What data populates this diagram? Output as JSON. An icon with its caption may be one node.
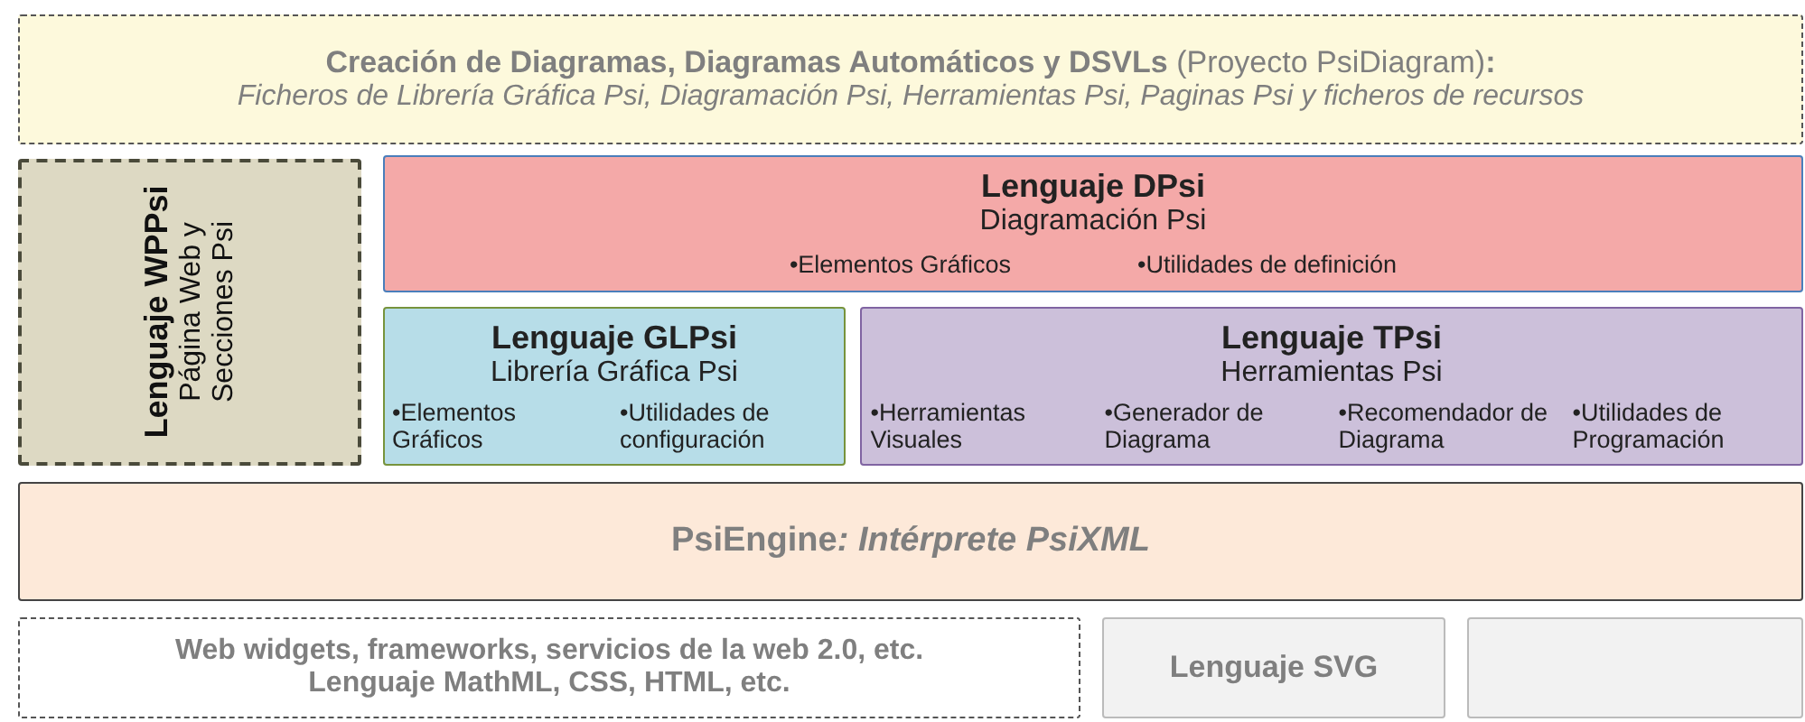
{
  "diagram": {
    "nodes": [
      {
        "text": [
          "**Creación de Diagramas, Diagramas Automáticos y  DSVLs** (Proyecto PsiDiagram)**:**",
          "Ficheros de Librería Gráfica Psi, Diagramación Psi, Herramientas Psi, Paginas Psi y ficheros de recursos"
        ]
      },
      {
        "text": [
          "Lenguaje WPPsi",
          "Página Web y Secciones Psi"
        ]
      },
      {
        "text": [
          "Lenguaje DPsi",
          "Diagramación Psi",
          "•Elementos Gráficos",
          "•Utilidades de definición"
        ]
      },
      {
        "text": [
          "Lenguaje GLPsi",
          "Librería Gráfica Psi",
          "•Elementos Gráficos",
          "•Utilidades de configuración"
        ]
      },
      {
        "text": [
          "Lenguaje TPsi",
          "Herramientas Psi",
          "•Herramientas Visuales",
          "•Generador de Diagrama",
          "•Recomendador de Diagrama",
          "•Utilidades de Programación"
        ]
      },
      {
        "text": [
          "PsiEngine",
          ": Intérprete PsiXML"
        ]
      },
      {
        "text": [
          "Web widgets, frameworks, servicios de la web 2.0, etc.",
          "Lenguaje MathML, CSS, HTML, etc."
        ]
      },
      {
        "text": [
          "Lenguaje SVG"
        ]
      },
      {
        "text": [],
        "shape": "box"
      }
    ]
  }
}
